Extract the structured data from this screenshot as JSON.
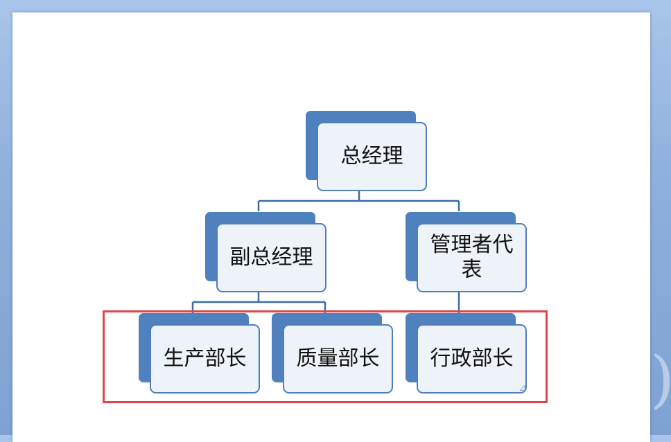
{
  "org_chart": {
    "root": {
      "label": "总经理"
    },
    "level2": [
      {
        "label": "副总经理"
      },
      {
        "label": "管理者代表"
      }
    ],
    "level3": [
      {
        "label": "生产部长"
      },
      {
        "label": "质量部长"
      },
      {
        "label": "行政部长"
      }
    ]
  },
  "colors": {
    "node_shadow": "#4e81bd",
    "node_fill": "#eef2f9",
    "node_border": "#4e7fba",
    "connector": "#3a6aa8",
    "selection": "#e0444a"
  }
}
